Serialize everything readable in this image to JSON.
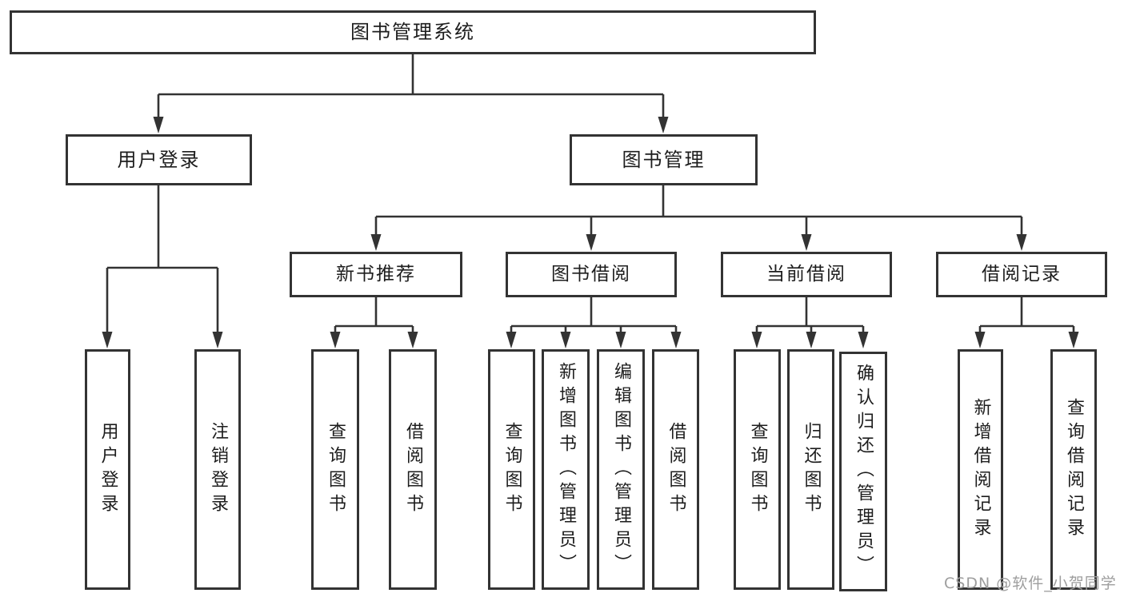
{
  "diagram_title": "图书管理系统",
  "tree": {
    "root": {
      "label": "图书管理系统"
    },
    "branches": [
      {
        "label": "用户登录",
        "children": [
          {
            "label": "用户登录"
          },
          {
            "label": "注销登录"
          }
        ]
      },
      {
        "label": "图书管理",
        "sections": [
          {
            "label": "新书推荐",
            "children": [
              {
                "label": "查询图书"
              },
              {
                "label": "借阅图书"
              }
            ]
          },
          {
            "label": "图书借阅",
            "children": [
              {
                "label": "查询图书"
              },
              {
                "label": "新增图书（管理员）"
              },
              {
                "label": "编辑图书（管理员）"
              },
              {
                "label": "借阅图书"
              }
            ]
          },
          {
            "label": "当前借阅",
            "children": [
              {
                "label": "查询图书"
              },
              {
                "label": "归还图书"
              },
              {
                "label": "确认归还（管理员）"
              }
            ]
          },
          {
            "label": "借阅记录",
            "children": [
              {
                "label": "新增借阅记录"
              },
              {
                "label": "查询借阅记录"
              }
            ]
          }
        ]
      }
    ]
  },
  "watermark": {
    "text": "CSDN @软件_小贺同学"
  },
  "colors": {
    "line": "#333333",
    "text": "#1d1d1d",
    "watermark": "#9e9e9e",
    "background": "#ffffff"
  }
}
